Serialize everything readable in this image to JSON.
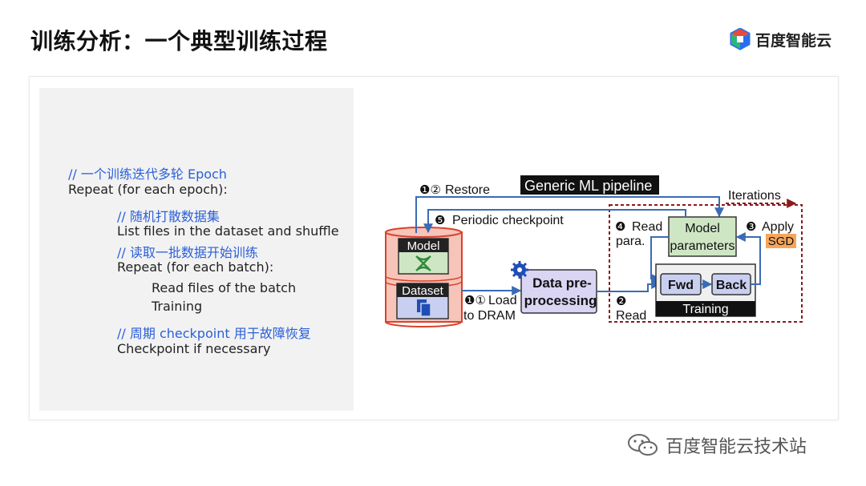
{
  "page_title": "训练分析：一个典型训练过程",
  "brand": {
    "name": "百度智能云"
  },
  "code": {
    "lines": [
      "// 一个训练迭代多轮 Epoch",
      "Repeat (for each epoch):",
      "// 随机打散数据集",
      "List files in the dataset and shuffle",
      "// 读取一批数据开始训练",
      "Repeat (for each batch):",
      "Read files of the batch",
      "Training",
      "// 周期 checkpoint 用于故障恢复",
      "Checkpoint if necessary"
    ]
  },
  "diagram": {
    "header": "Generic ML pipeline",
    "iterations": "Iterations",
    "restore": "Restore",
    "restore_num": "❶②",
    "periodic": "Periodic checkpoint",
    "periodic_num": "❺",
    "model": "Model",
    "dataset": "Dataset",
    "load_num": "❶①",
    "load_1": "Load",
    "load_2": "to DRAM",
    "preproc_1": "Data pre-",
    "preproc_2": "processing",
    "read_num": "❷",
    "read": "Read",
    "read_para_num": "❹",
    "read_para_1": "Read",
    "read_para_2": "para.",
    "model_params_1": "Model",
    "model_params_2": "parameters",
    "apply_num": "❸",
    "apply": "Apply",
    "sgd": "SGD",
    "fwd": "Fwd",
    "back": "Back",
    "training": "Training"
  },
  "watermark": "百度智能云技术站",
  "colors": {
    "comment": "#2b5fd9",
    "model_fill": "#cfe6c4",
    "dataset_fill": "#c9cff0",
    "storage_red": "#d9412d",
    "storage_fill": "#f6c4b8",
    "preproc_fill": "#d9d5f3",
    "arrow_blue": "#3a6bb5",
    "dashed_red": "#8b1a1a",
    "sgd_fill": "#f5a65b"
  }
}
